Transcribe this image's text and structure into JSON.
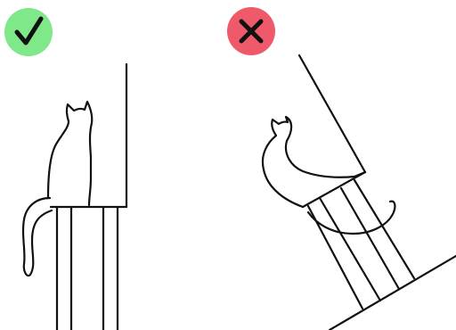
{
  "panels": [
    {
      "id": "correct",
      "badge_icon": "check-mark-icon",
      "badge_color": "#7FE889",
      "mark_color": "#111111",
      "depiction": "cat-sitting-on-upright-scratching-post"
    },
    {
      "id": "incorrect",
      "badge_icon": "cross-mark-icon",
      "badge_color": "#EE5A6A",
      "mark_color": "#111111",
      "depiction": "cat-sitting-on-tilted-scratching-post"
    }
  ],
  "colors": {
    "line": "#111111",
    "background": "#FFFFFF"
  }
}
